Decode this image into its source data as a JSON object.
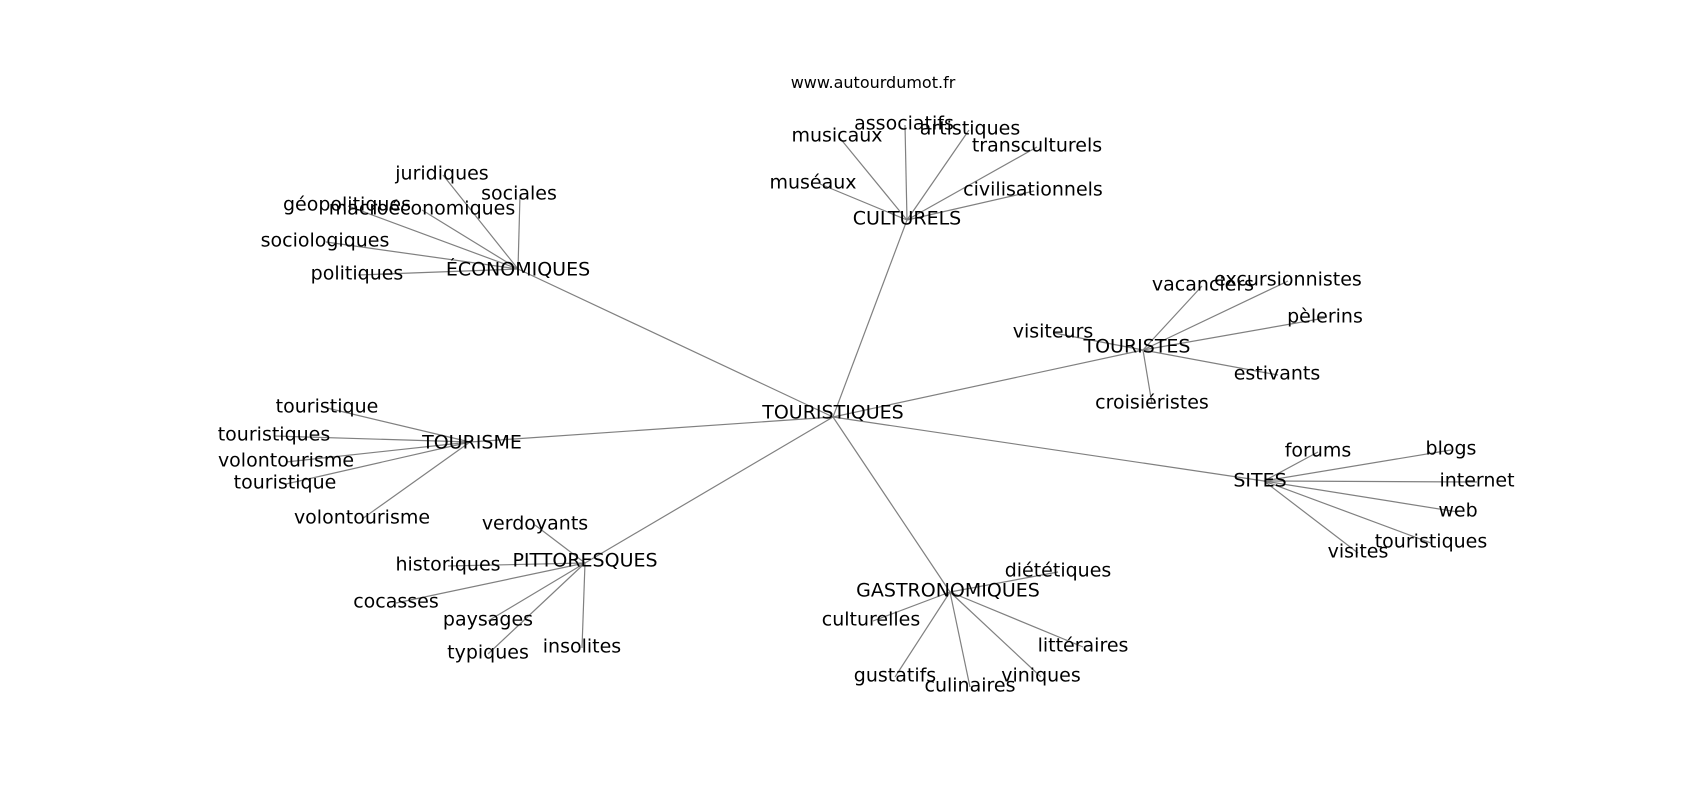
{
  "source_text": "www.autourdumot.fr",
  "colors": {
    "edge": "#808080",
    "text": "#000000",
    "background": "#ffffff"
  },
  "center": {
    "id": "touristiques-root",
    "label": "TOURISTIQUES"
  },
  "hubs": [
    {
      "id": "culturels",
      "label": "CULTURELS",
      "leaves": [
        "musicaux",
        "associatifs",
        "artistiques",
        "transculturels",
        "muséaux",
        "civilisationnels"
      ]
    },
    {
      "id": "economiques",
      "label": "ÉCONOMIQUES",
      "leaves": [
        "juridiques",
        "sociales",
        "géopolitiques",
        "macroéconomiques",
        "sociologiques",
        "politiques"
      ]
    },
    {
      "id": "touristes",
      "label": "TOURISTES",
      "leaves": [
        "vacanciers",
        "excursionnistes",
        "pèlerins",
        "visiteurs",
        "estivants",
        "croisiéristes"
      ]
    },
    {
      "id": "tourisme",
      "label": "TOURISME",
      "leaves": [
        "touristique",
        "touristiques",
        "volontourisme",
        "touristique",
        "volontourisme"
      ]
    },
    {
      "id": "sites",
      "label": "SITES",
      "leaves": [
        "forums",
        "blogs",
        "internet",
        "web",
        "touristiques",
        "visites"
      ]
    },
    {
      "id": "pittoresques",
      "label": "PITTORESQUES",
      "leaves": [
        "verdoyants",
        "historiques",
        "cocasses",
        "paysages",
        "typiques",
        "insolites"
      ]
    },
    {
      "id": "gastronomiques",
      "label": "GASTRONOMIQUES",
      "leaves": [
        "diététiques",
        "culturelles",
        "littéraires",
        "gustatifs",
        "culinaires",
        "viniques"
      ]
    }
  ]
}
